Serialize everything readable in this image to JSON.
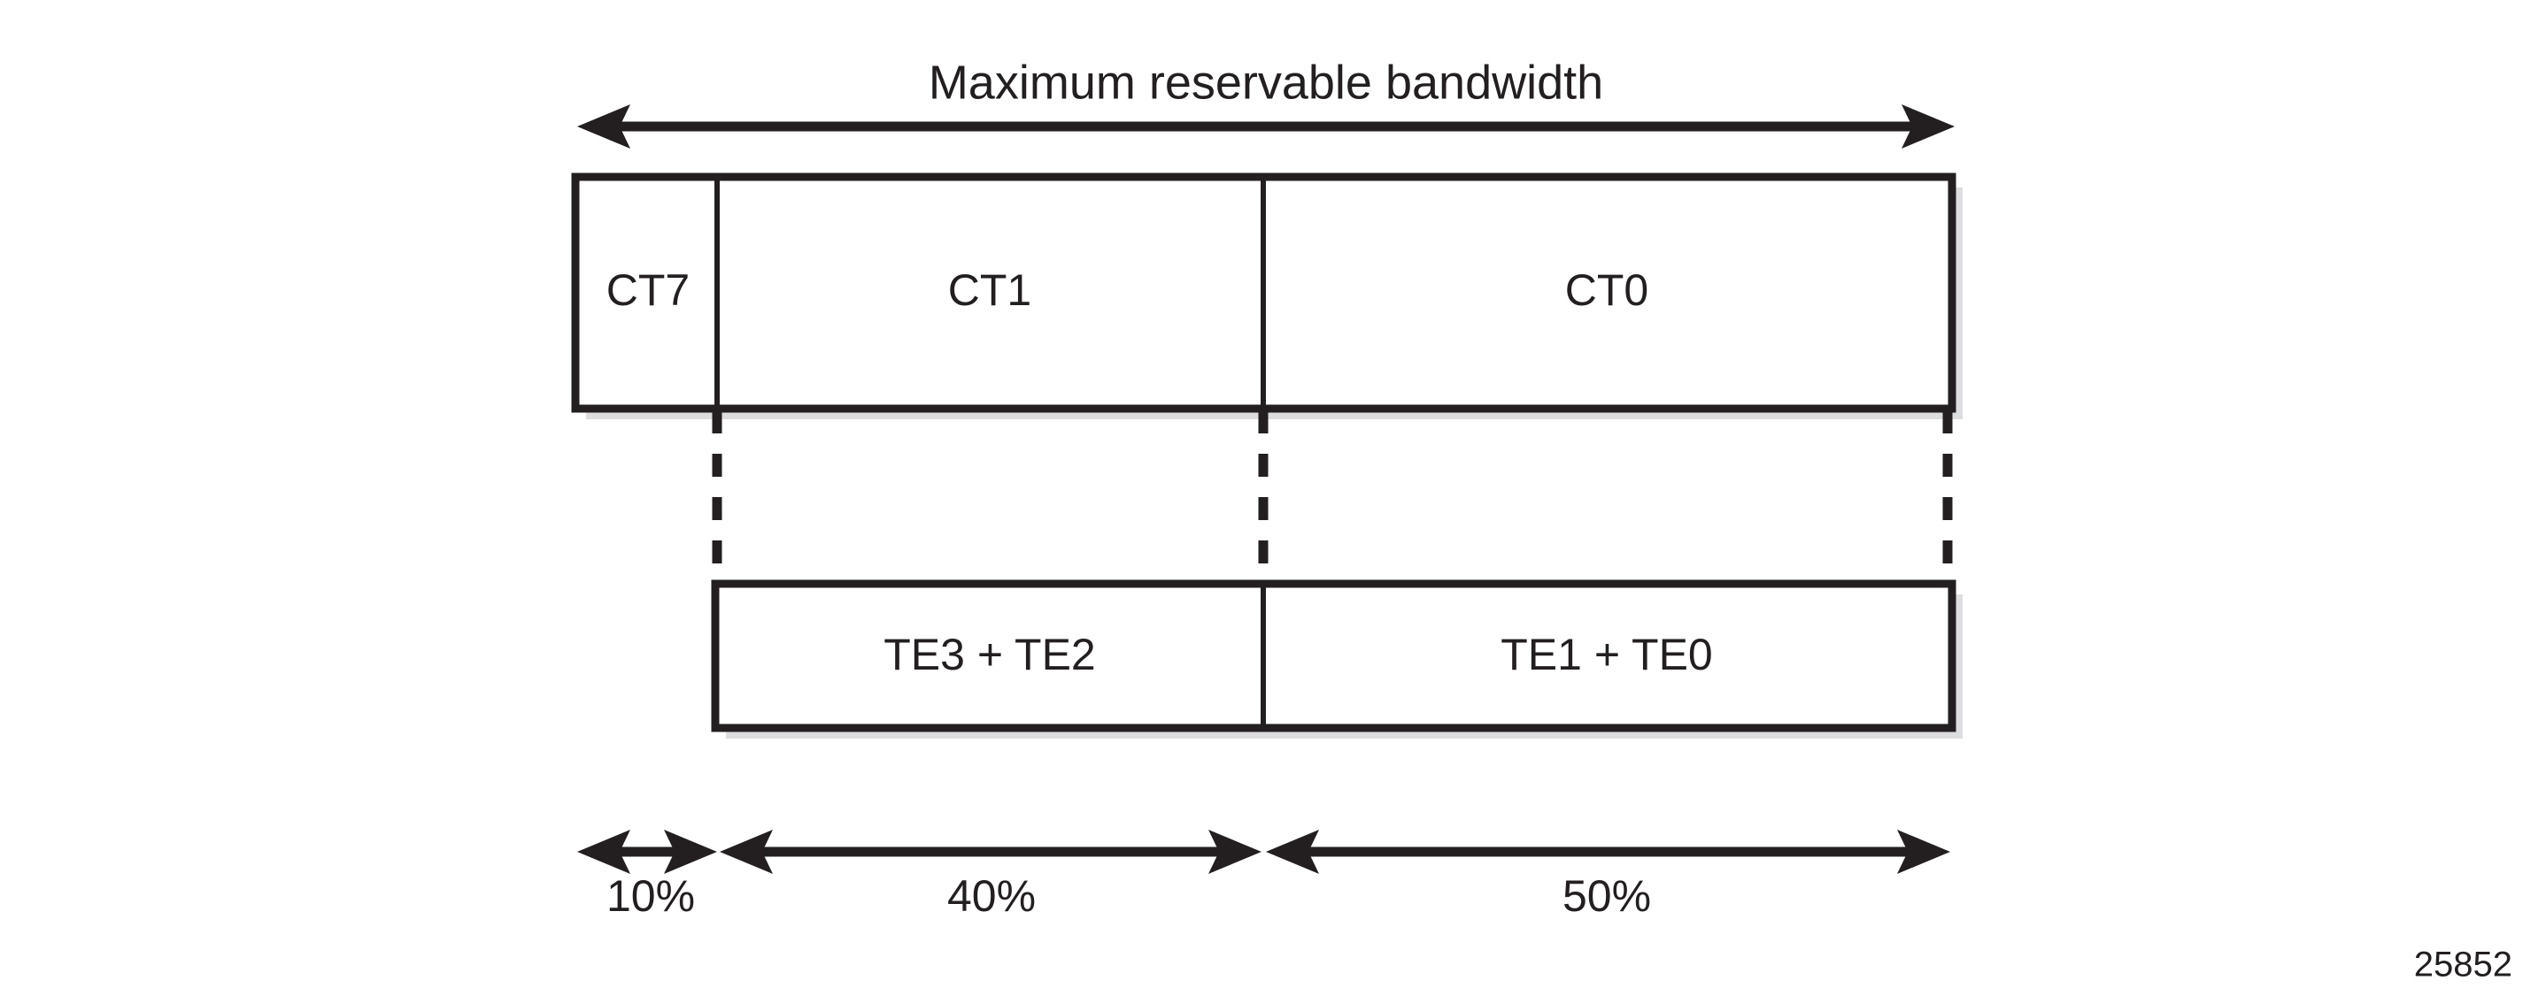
{
  "figure": {
    "title": "Maximum reservable bandwidth",
    "number": "25852",
    "background_color": "#ffffff",
    "line_color": "#231f20",
    "shadow_color": "#dcdddf"
  },
  "top_arrow": {
    "name": "maximum-reservable-bandwidth-span",
    "style": "double-headed"
  },
  "ct_bar": {
    "segments": [
      {
        "label": "CT7",
        "percent": "10%"
      },
      {
        "label": "CT1",
        "percent": "40%"
      },
      {
        "label": "CT0",
        "percent": "50%"
      }
    ]
  },
  "te_bar": {
    "segments": [
      {
        "label": "TE3 + TE2"
      },
      {
        "label": "TE1 + TE0"
      }
    ]
  },
  "percent_scale": {
    "items": [
      {
        "value": "10%",
        "style": "double-headed"
      },
      {
        "value": "40%",
        "style": "double-headed"
      },
      {
        "value": "50%",
        "style": "double-headed"
      }
    ]
  }
}
